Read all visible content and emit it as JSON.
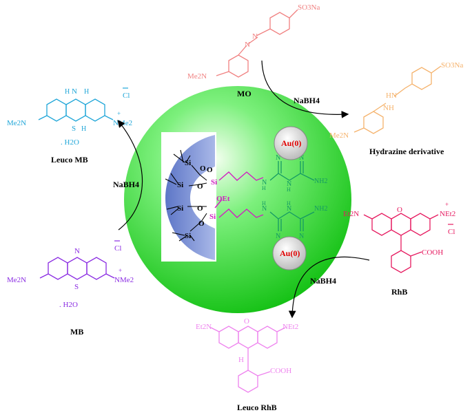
{
  "catalyst": {
    "gold_top": "Au(0)",
    "gold_bottom": "Au(0)",
    "atoms": {
      "si": "Si",
      "o": "O",
      "oet": "OEt",
      "n": "N",
      "h": "H",
      "nh2": "NH2"
    }
  },
  "mo": {
    "name": "MO",
    "group_left": "Me2N",
    "group_right": "SO3Na",
    "azo_n": "N",
    "color": "#f08080"
  },
  "hydrazine": {
    "name": "Hydrazine derivative",
    "group_left": "Me2N",
    "group_right": "SO3Na",
    "hn": "HN",
    "nh": "NH",
    "color": "#f5b26b"
  },
  "leuco_mb": {
    "name": "Leuco MB",
    "group_left": "Me2N",
    "group_right": "NMe2",
    "plus": "+",
    "anion": "Cl",
    "ring_n": "N",
    "ring_s": "S",
    "h1": "H",
    "h2": "H",
    "h3": "H",
    "water": ". H2O",
    "color": "#1fa6d8"
  },
  "mb": {
    "name": "MB",
    "group_left": "Me2N",
    "group_right": "NMe2",
    "plus": "+",
    "anion": "Cl",
    "ring_n": "N",
    "ring_s": "S",
    "water": ". H2O",
    "color": "#8a2be2"
  },
  "rhb": {
    "name": "RhB",
    "group_left": "Et2N",
    "group_right": "NEt2",
    "plus": "+",
    "anion": "Cl",
    "ring_o": "O",
    "acid": "COOH",
    "color": "#e6195f"
  },
  "leuco_rhb": {
    "name": "Leuco RhB",
    "group_left": "Et2N",
    "group_right": "NEt2",
    "ring_o": "O",
    "h": "H",
    "acid": "COOH",
    "color": "#ee82ee"
  },
  "reagents": {
    "top": "NaBH4",
    "left": "NaBH4",
    "right": "NaBH4"
  },
  "colors": {
    "sphere_center": "#e8ffe0",
    "sphere_edge": "#1fcf1f",
    "silica": "#7f95d6",
    "linker": "#d020c0",
    "guanidine": "#149a64",
    "gold": "#dcdcdc",
    "gold_text": "#e00000"
  }
}
